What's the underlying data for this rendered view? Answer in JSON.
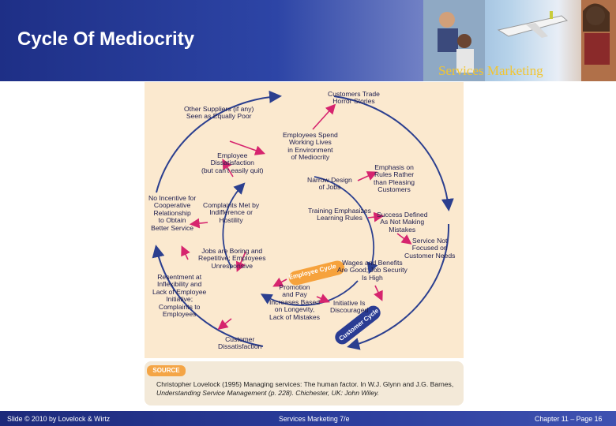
{
  "slide": {
    "title": "Cycle Of Mediocrity",
    "brand": "Services Marketing"
  },
  "diagram": {
    "nodes": {
      "customers_trade": "Customers Trade\nHorror Stories",
      "other_suppliers": "Other Suppliers (if any)\nSeen as Equally Poor",
      "employees_spend": "Employees Spend\nWorking Lives\nin Environment\nof Mediocrity",
      "employee_dissatisfaction": "Employee\nDissatisfaction\n(but can't easily quit)",
      "emphasis_rules": "Emphasis on\nRules Rather\nthan Pleasing\nCustomers",
      "narrow_design": "Narrow Design\nof Jobs",
      "no_incentive": "No Incentive for\nCooperative\nRelationship\nto Obtain\nBetter Service",
      "complaints_met": "Complaints Met by\nIndifference or\nHostility",
      "training_emphasizes": "Training Emphasizes\nLearning Rules",
      "success_defined": "Success Defined\nAs Not Making\nMistakes",
      "service_not_focused": "Service Not\nFocused on\nCustomer Needs",
      "jobs_boring": "Jobs are Boring and\nRepetitive; Employees\nUnresponsive",
      "wages_benefits": "Wages and Benefits\nAre Good; Job Security\nIs High",
      "resentment": "Resentment at\nInflexibility and\nLack of Employee\nInitiative;\nComplaints to\nEmployees",
      "promotion_pay": "Promotion\nand Pay\nIncreases Based\non Longevity,\nLack of Mistakes",
      "initiative_discouraged": "Initiative Is\nDiscouraged",
      "customer_dissatisfaction": "Customer\nDissatisfaction"
    },
    "labels": {
      "employee_cycle": "Employee Cycle",
      "customer_cycle": "Customer Cycle"
    },
    "colors": {
      "customer_arrow": "#2b3f8f",
      "employee_arrow": "#d6246e",
      "employee_badge": "#f6a23c",
      "customer_badge": "#2a3c93"
    }
  },
  "source": {
    "tag": "SOURCE",
    "line1": "Christopher Lovelock (1995) Managing services: The human factor. In W.J. Glynn and J.G. Barnes,",
    "line2": "Understanding Service Management (p. 228). Chichester, UK: John Wiley."
  },
  "footer": {
    "left": "Slide © 2010 by Lovelock & Wirtz",
    "center": "Services Marketing 7/e",
    "right": "Chapter 11 – Page 16"
  }
}
